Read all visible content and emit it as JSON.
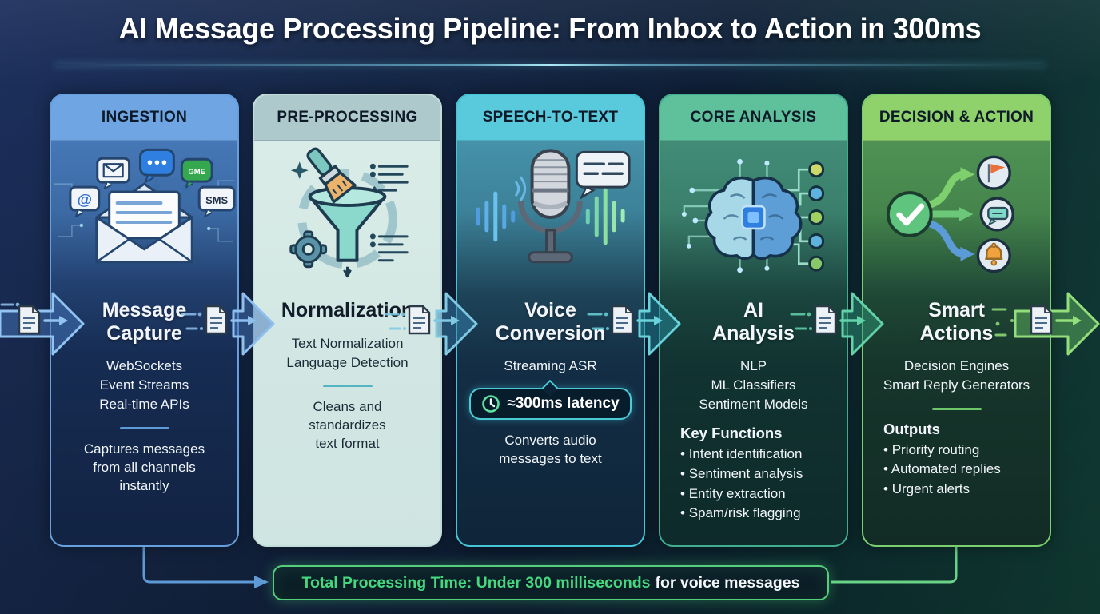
{
  "title": "AI Message Processing Pipeline: From Inbox to Action in 300ms",
  "stages": [
    {
      "header": "INGESTION",
      "icon": "inbox-envelope",
      "title": "Message\nCapture",
      "tech": [
        "WebSockets",
        "Event Streams",
        "Real-time APIs"
      ],
      "desc": "Captures messages\nfrom all channels\ninstantly",
      "bubble_labels": {
        "at": "@",
        "gme": "GME",
        "sms": "SMS"
      },
      "colors": {
        "header-bg": "#6fa5e3",
        "card-border": "#66a0de",
        "accent": "#5e9ad8"
      }
    },
    {
      "header": "PRE-PROCESSING",
      "icon": "funnel-cleaning",
      "title": "Normalization",
      "tech": [
        "Text Normalization",
        "Language Detection"
      ],
      "desc": "Cleans and\nstandardizes\ntext format",
      "colors": {
        "header-bg": "#aec9cc",
        "card-border": "#c2dcd9",
        "accent": "#55b4c4"
      }
    },
    {
      "header": "SPEECH-TO-TEXT",
      "icon": "microphone",
      "title": "Voice\nConversion",
      "tech": [
        "Streaming ASR"
      ],
      "badge": {
        "icon": "clock",
        "label": "≈300ms latency"
      },
      "desc": "Converts audio\nmessages to text",
      "colors": {
        "header-bg": "#58cadb",
        "card-border": "#45c6d6",
        "accent": "#45c6d6"
      }
    },
    {
      "header": "CORE ANALYSIS",
      "icon": "ai-brain-circuit",
      "title": "AI\nAnalysis",
      "tech": [
        "NLP",
        "ML Classifiers",
        "Sentiment Models"
      ],
      "list_title": "Key Functions",
      "list": [
        "Intent identification",
        "Sentiment analysis",
        "Entity extraction",
        "Spam/risk flagging"
      ],
      "colors": {
        "header-bg": "#5fc19b",
        "card-border": "#41ae90",
        "accent": "#41ae90"
      }
    },
    {
      "header": "DECISION & ACTION",
      "icon": "smart-actions",
      "title": "Smart\nActions",
      "tech": [
        "Decision Engines",
        "Smart Reply Generators"
      ],
      "list_title": "Outputs",
      "list": [
        "Priority routing",
        "Automated replies",
        "Urgent alerts"
      ],
      "colors": {
        "header-bg": "#8fd26c",
        "card-border": "#7bcf6e",
        "accent": "#6cc768"
      }
    }
  ],
  "arrows": [
    {
      "stroke": "#93c3f0",
      "fill": "rgba(70,120,190,0.50)"
    },
    {
      "stroke": "#8fbfee",
      "fill": "rgba(70,120,190,0.50)"
    },
    {
      "stroke": "#7fc9e2",
      "fill": "rgba(55,130,175,0.50)"
    },
    {
      "stroke": "#69d2da",
      "fill": "rgba(35,140,160,0.50)"
    },
    {
      "stroke": "#63d2ab",
      "fill": "rgba(45,150,120,0.50)"
    },
    {
      "stroke": "#93df7b",
      "fill": "rgba(95,180,95,0.50)"
    }
  ],
  "footer": {
    "highlight": "Total Processing Time: Under 300 milliseconds",
    "suffix": "for voice messages"
  }
}
